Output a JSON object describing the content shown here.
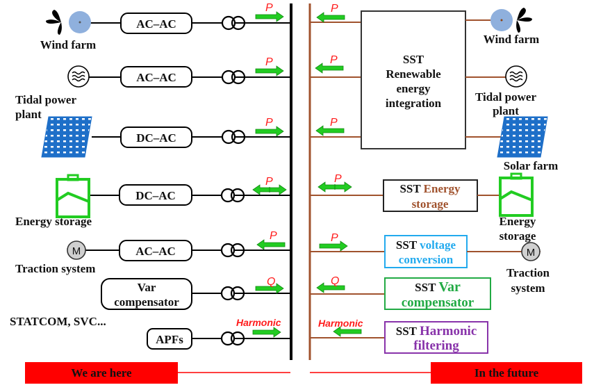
{
  "colors": {
    "bus_left": "#000000",
    "bus_right": "#a0522d",
    "arrow": "#22cc22",
    "flow_text": "#ff1a1a",
    "banner": "#ff0000",
    "wind_hub": "#8fb0dd",
    "solar": "#1e6fc8",
    "storage": "#22cc22",
    "energy_text": "#a0522d",
    "voltage_text": "#22aaee",
    "var_text": "#22aa44",
    "harmonic_text": "#8833aa"
  },
  "left": {
    "rows": [
      {
        "source": "Wind farm",
        "converter": "AC–AC",
        "flow": "P",
        "direction": "to-bus"
      },
      {
        "source": "Tidal power plant",
        "converter": "AC–AC",
        "flow": "P",
        "direction": "to-bus"
      },
      {
        "source": "Solar",
        "converter": "DC–AC",
        "flow": "P",
        "direction": "to-bus"
      },
      {
        "source": "Energy storage",
        "converter": "DC–AC",
        "flow": "P",
        "direction": "bidirectional"
      },
      {
        "source": "Traction system",
        "converter": "AC–AC",
        "flow": "P",
        "direction": "from-bus"
      },
      {
        "source": "STATCOM, SVC...",
        "converter": "Var compensator",
        "flow": "Q",
        "direction": "to-bus"
      },
      {
        "source": "",
        "converter": "APFs",
        "flow": "Harmonic",
        "direction": "to-bus"
      }
    ],
    "labels": {
      "wind": "Wind farm",
      "tidal_1": "Tidal power",
      "tidal_2": "plant",
      "storage": "Energy storage",
      "traction": "Traction system",
      "statcom": "STATCOM, SVC...",
      "var_1": "Var",
      "var_2": "compensator",
      "apfs": "APFs",
      "acac": "AC–AC",
      "dcac": "DC–AC",
      "motor": "M"
    },
    "flows": {
      "p": "P",
      "q": "Q",
      "harmonic": "Harmonic"
    },
    "banner": "We are here"
  },
  "right": {
    "sst_renewable": [
      "SST",
      "Renewable",
      "energy",
      "integration"
    ],
    "sst_energy": {
      "prefix": "SST ",
      "word": "Energy",
      "line2": "storage"
    },
    "sst_voltage": {
      "prefix": "SST ",
      "word": "voltage",
      "line2": "conversion"
    },
    "sst_var": {
      "prefix": "SST ",
      "word": "Var",
      "line2": "compensator"
    },
    "sst_harmonic": {
      "prefix": "SST ",
      "word": "Harmonic",
      "line2": "filtering"
    },
    "labels": {
      "wind": "Wind farm",
      "tidal_1": "Tidal power",
      "tidal_2": "plant",
      "solar": "Solar farm",
      "storage_1": "Energy",
      "storage_2": "storage",
      "traction_1": "Traction",
      "traction_2": "system",
      "motor": "M"
    },
    "flows": {
      "p": "P",
      "q": "Q",
      "harmonic": "Harmonic"
    },
    "banner": "In the future"
  }
}
